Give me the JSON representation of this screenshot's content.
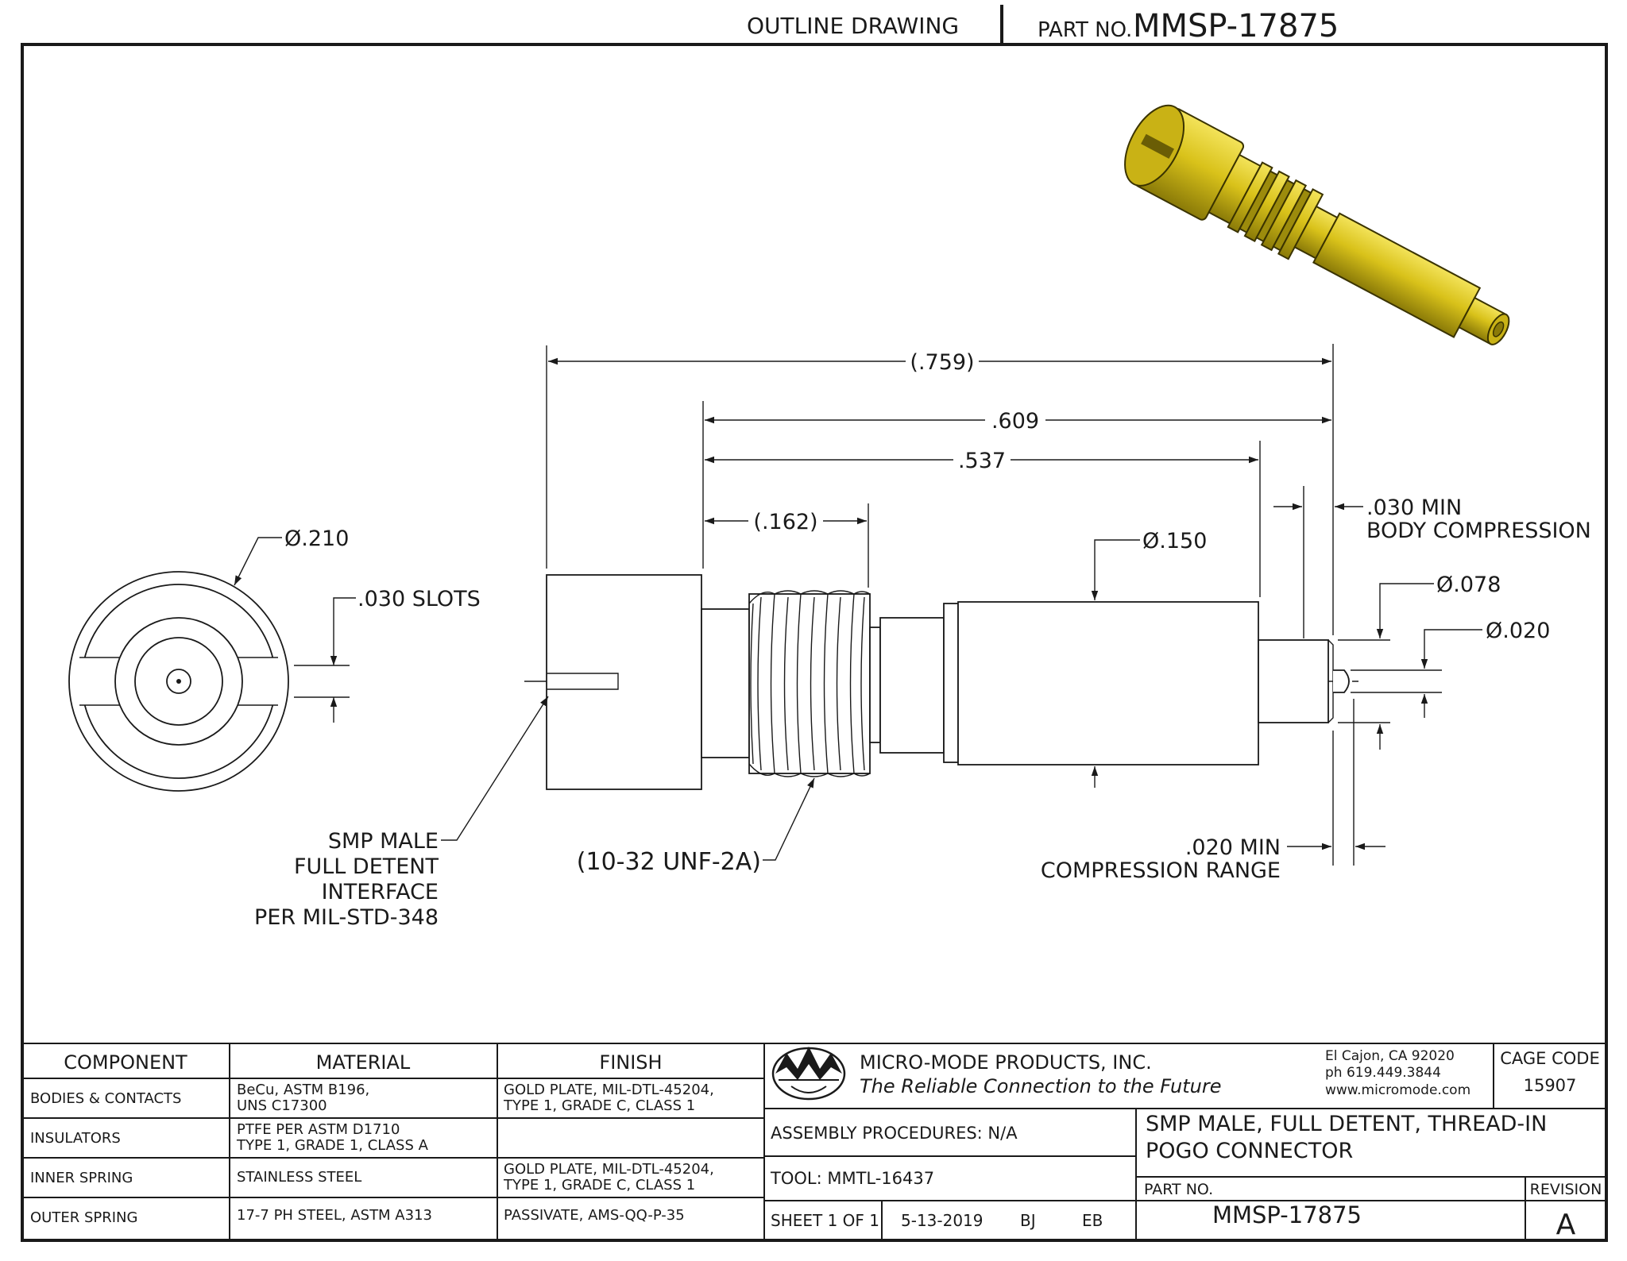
{
  "header": {
    "title": "OUTLINE DRAWING",
    "part_label": "PART NO.",
    "part_number": "MMSP-17875"
  },
  "dimensions": {
    "overall": "(.759)",
    "body_length": ".609",
    "length_537": ".537",
    "thread_length": "(.162)",
    "body_diameter": "Ø.150",
    "body_compression_1": ".030 MIN",
    "body_compression_2": "BODY COMPRESSION",
    "tip_diameter": "Ø.078",
    "pin_diameter": "Ø.020",
    "comp_range_1": ".020 MIN",
    "comp_range_2": "COMPRESSION RANGE",
    "outer_diameter": "Ø.210",
    "slots": ".030 SLOTS"
  },
  "notes": {
    "interface_1": "SMP MALE",
    "interface_2": "FULL DETENT",
    "interface_3": "INTERFACE",
    "interface_4": "PER MIL-STD-348",
    "thread": "(10-32 UNF-2A)"
  },
  "materials": {
    "headers": [
      "COMPONENT",
      "MATERIAL",
      "FINISH"
    ],
    "rows": [
      {
        "component": "BODIES & CONTACTS",
        "material_1": "BeCu, ASTM B196,",
        "material_2": "UNS C17300",
        "finish_1": "GOLD PLATE, MIL-DTL-45204,",
        "finish_2": "TYPE 1, GRADE C, CLASS 1"
      },
      {
        "component": "INSULATORS",
        "material_1": "PTFE PER ASTM D1710",
        "material_2": "TYPE 1, GRADE 1, CLASS A",
        "finish_1": "",
        "finish_2": ""
      },
      {
        "component": "INNER SPRING",
        "material_1": "STAINLESS STEEL",
        "material_2": "",
        "finish_1": "GOLD PLATE, MIL-DTL-45204,",
        "finish_2": "TYPE 1, GRADE C, CLASS 1"
      },
      {
        "component": "OUTER SPRING",
        "material_1": "17-7 PH STEEL, ASTM A313",
        "material_2": "",
        "finish_1": "PASSIVATE, AMS-QQ-P-35",
        "finish_2": ""
      }
    ]
  },
  "company": {
    "name": "MICRO-MODE PRODUCTS, INC.",
    "tagline": "The Reliable Connection to the Future",
    "address": "El Cajon, CA 92020",
    "phone": "ph 619.449.3844",
    "web": "www.micromode.com",
    "cage_label": "CAGE CODE",
    "cage_code": "15907"
  },
  "titleblock": {
    "assembly": "ASSEMBLY PROCEDURES:  N/A",
    "tool": "TOOL:  MMTL-16437",
    "description_1": "SMP MALE, FULL DETENT, THREAD-IN",
    "description_2": "POGO CONNECTOR",
    "part_label": "PART NO.",
    "part_number": "MMSP-17875",
    "revision_label": "REVISION",
    "revision": "A",
    "sheet": "SHEET 1 OF 1",
    "date": "5-13-2019",
    "drawn": "BJ",
    "checked": "EB"
  },
  "colors": {
    "gold": "#d9c21a",
    "gold_dark": "#8a7a08",
    "line": "#1a1a1a"
  }
}
